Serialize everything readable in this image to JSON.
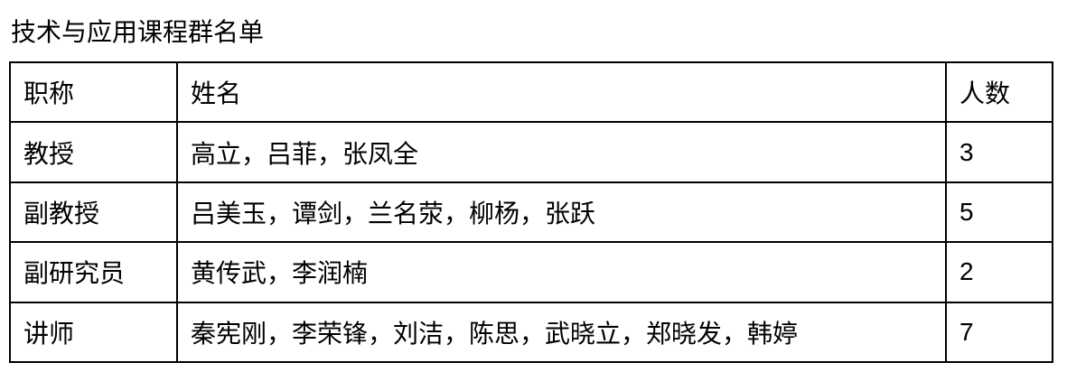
{
  "title": "技术与应用课程群名单",
  "table": {
    "headers": [
      "职称",
      "姓名",
      "人数"
    ],
    "rows": [
      {
        "title": "教授",
        "names": "高立，吕菲，张凤全",
        "count": "3"
      },
      {
        "title": "副教授",
        "names": "吕美玉，谭剑，兰名荥，柳杨，张跃",
        "count": "5"
      },
      {
        "title": "副研究员",
        "names": "黄传武，李润楠",
        "count": "2"
      },
      {
        "title": "讲师",
        "names": "秦宪刚，李荣锋，刘洁，陈思，武晓立，郑晓发，韩婷",
        "count": "7"
      }
    ]
  }
}
